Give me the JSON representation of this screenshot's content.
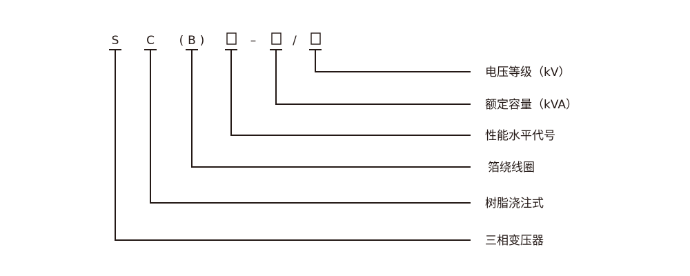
{
  "code": {
    "s": "S",
    "c": "C",
    "paren_open": "(",
    "b": "B",
    "paren_close": ")",
    "dash": "–",
    "slash": "/"
  },
  "labels": {
    "voltage": "电压等级（kV）",
    "capacity": "额定容量（kVA）",
    "performance": "性能水平代号",
    "foil": "箔绕线圈",
    "resin": "树脂浇注式",
    "three_phase": "三相变压器"
  },
  "colors": {
    "ink": "#231815"
  }
}
